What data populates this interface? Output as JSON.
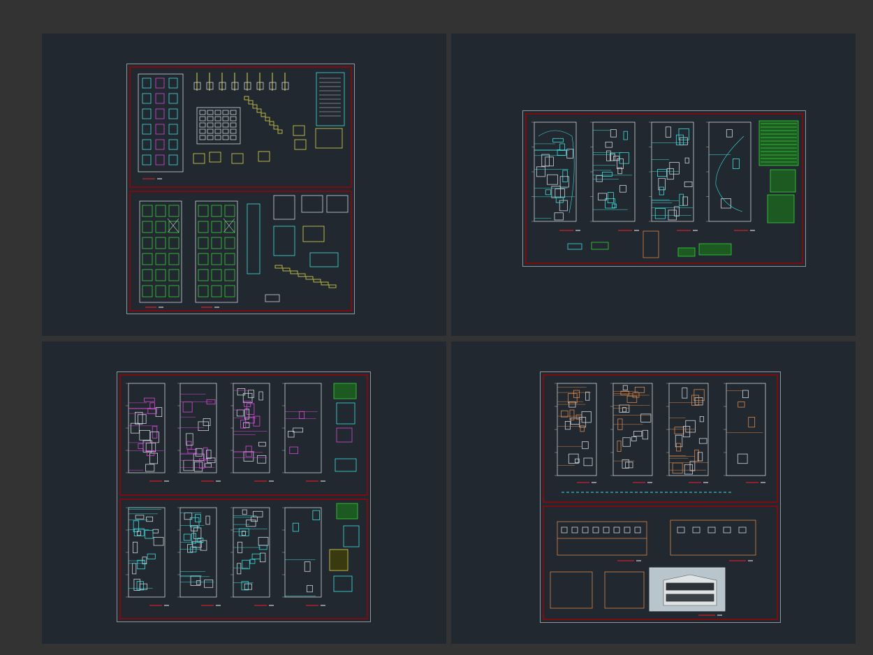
{
  "viewer": {
    "background": "#333333",
    "panel_color": "#212830",
    "panels": [
      {
        "id": "p1",
        "name": "structural-plans-panel",
        "drawing": "structure"
      },
      {
        "id": "p2",
        "name": "electrical-plans-panel",
        "drawing": "electrical"
      },
      {
        "id": "p3",
        "name": "plumbing-plans-panel",
        "drawing": "plumbing"
      },
      {
        "id": "p4",
        "name": "architecture-plans-panel",
        "drawing": "architecture"
      }
    ]
  },
  "colors": {
    "frame_red": "#7a0c12",
    "line_white": "#cfd6dc",
    "line_cyan": "#3ee0e0",
    "line_green": "#37d23c",
    "line_yellow": "#e2d84a",
    "line_magenta": "#d84ad8",
    "line_orange": "#d8884a",
    "label_red": "#b3202a"
  }
}
